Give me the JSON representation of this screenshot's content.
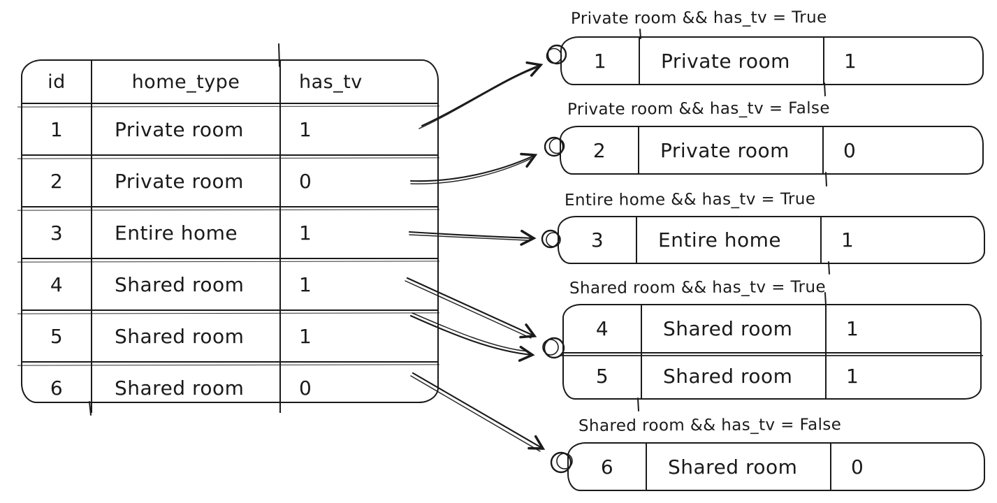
{
  "diagram": {
    "source_table": {
      "columns": [
        "id",
        "home_type",
        "has_tv"
      ],
      "rows": [
        [
          "1",
          "Private room",
          "1"
        ],
        [
          "2",
          "Private room",
          "0"
        ],
        [
          "3",
          "Entire home",
          "1"
        ],
        [
          "4",
          "Shared room",
          "1"
        ],
        [
          "5",
          "Shared room",
          "1"
        ],
        [
          "6",
          "Shared room",
          "0"
        ]
      ]
    },
    "groups": [
      {
        "label": "Private room && has_tv = True",
        "rows": [
          [
            "1",
            "Private room",
            "1"
          ]
        ]
      },
      {
        "label": "Private room && has_tv = False",
        "rows": [
          [
            "2",
            "Private room",
            "0"
          ]
        ]
      },
      {
        "label": "Entire home && has_tv = True",
        "rows": [
          [
            "3",
            "Entire home",
            "1"
          ]
        ]
      },
      {
        "label": "Shared room && has_tv = True",
        "rows": [
          [
            "4",
            "Shared room",
            "1"
          ],
          [
            "5",
            "Shared room",
            "1"
          ]
        ]
      },
      {
        "label": "Shared room && has_tv = False",
        "rows": [
          [
            "6",
            "Shared room",
            "0"
          ]
        ]
      }
    ],
    "colors": {
      "ink": "#1a1a1a",
      "background": "#ffffff"
    }
  }
}
